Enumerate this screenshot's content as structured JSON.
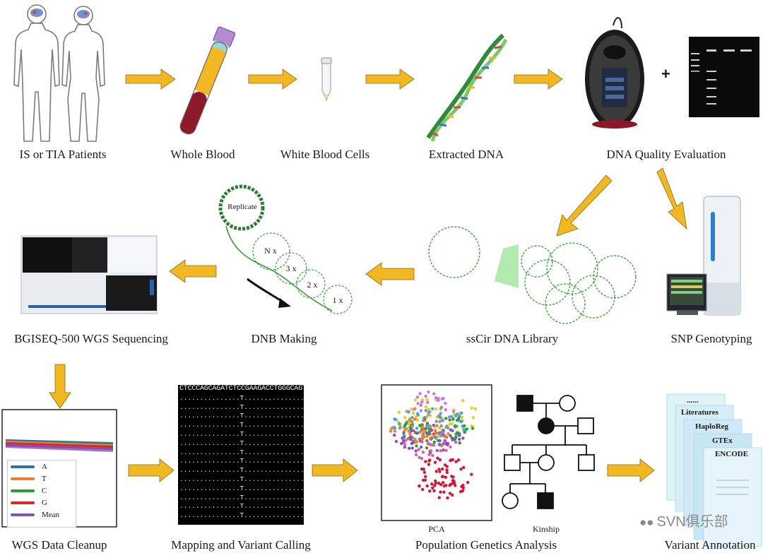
{
  "steps": {
    "patients": "IS or TIA Patients",
    "whole_blood": "Whole Blood",
    "white_blood_cells": "White Blood Cells",
    "extracted_dna": "Extracted DNA",
    "dna_quality": "DNA Quality Evaluation",
    "snp_genotyping": "SNP Genotyping",
    "sscir_library": "ssCir DNA Library",
    "dnb_making": "DNB Making",
    "sequencing": "BGISEQ-500 WGS Sequencing",
    "data_cleanup": "WGS Data Cleanup",
    "mapping": "Mapping and Variant Calling",
    "population": "Population Genetics Analysis",
    "annotation": "Variant Annotation"
  },
  "plus_sign": "+",
  "dnb": {
    "replicate": "Replicate",
    "n": "N x",
    "three": "3 x",
    "two": "2 x",
    "one": "1 x"
  },
  "legend": [
    {
      "label": "A",
      "color": "#2f6db5"
    },
    {
      "label": "T",
      "color": "#f07f2a"
    },
    {
      "label": "C",
      "color": "#2e9b3b"
    },
    {
      "label": "G",
      "color": "#d12a2a"
    },
    {
      "label": "Mean",
      "color": "#8a4fbf"
    }
  ],
  "sequence": {
    "header": "CTCCCAGCAGATCTCCGAAGACCTGGGCAGT",
    "row": "...............T..............."
  },
  "sub_labels": {
    "pca": "PCA",
    "kinship": "Kinship"
  },
  "annotation_sheets": [
    "......",
    "Literatures",
    "HaploReg",
    "GTEx",
    "ENCODE"
  ],
  "watermark": "SVN俱乐部"
}
